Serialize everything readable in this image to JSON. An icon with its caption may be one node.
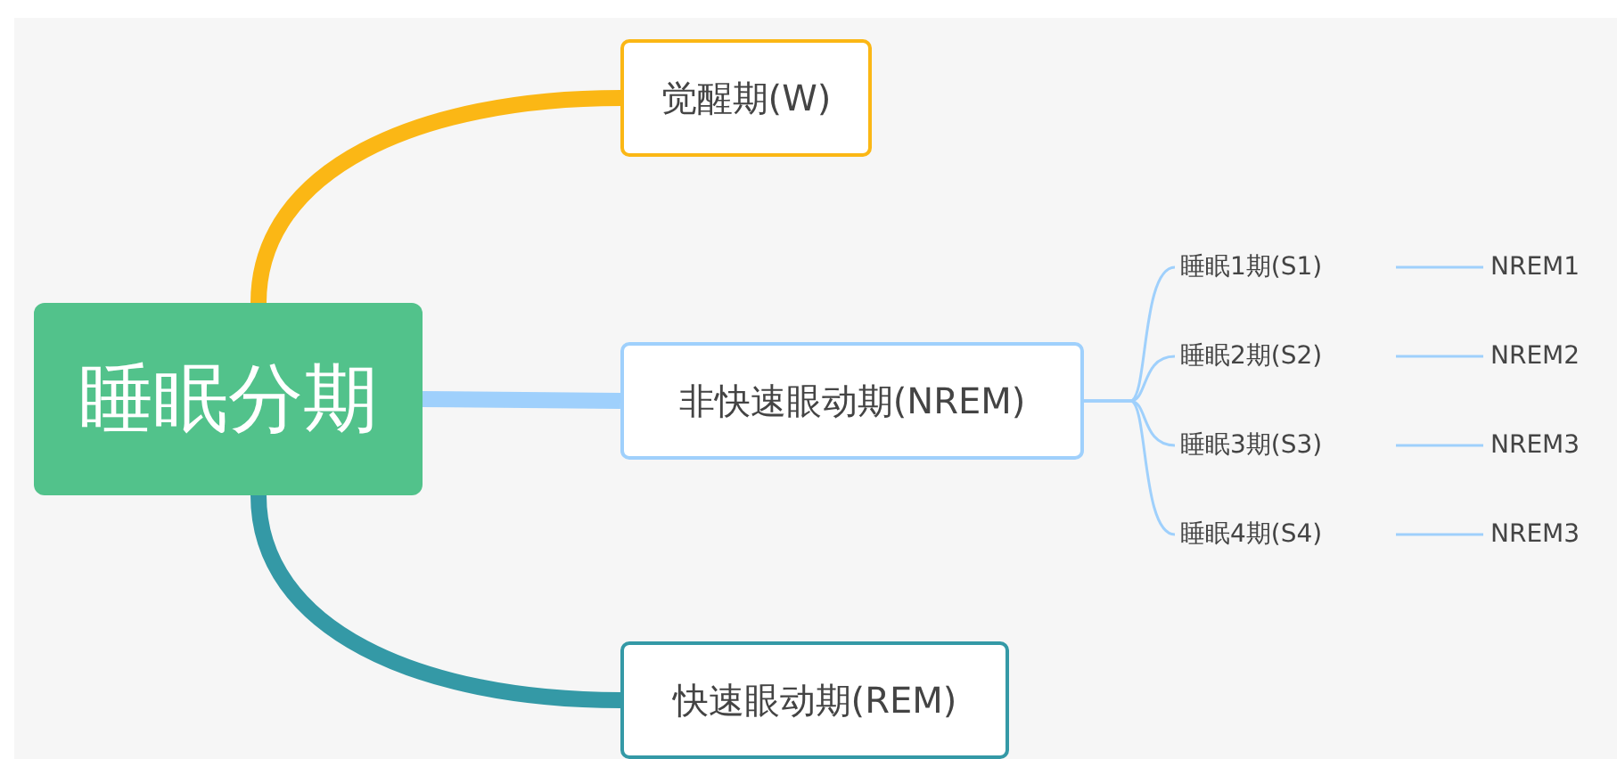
{
  "diagram": {
    "nodes": [
      {
        "text": [
          "睡眠分期"
        ]
      },
      {
        "text": [
          "觉醒期(W)"
        ]
      },
      {
        "text": [
          "非快速眼动期(NREM)"
        ]
      },
      {
        "text": [
          "快速眼动期(REM)"
        ]
      },
      {
        "text": [
          "睡眠1期(S1)"
        ]
      },
      {
        "text": [
          "睡眠2期(S2)"
        ]
      },
      {
        "text": [
          "睡眠3期(S3)"
        ]
      },
      {
        "text": [
          "睡眠4期(S4)"
        ]
      },
      {
        "text": [
          "NREM1"
        ]
      },
      {
        "text": [
          "NREM2"
        ]
      },
      {
        "text": [
          "NREM3"
        ]
      },
      {
        "text": [
          "NREM3"
        ]
      }
    ],
    "edges": [
      {
        "from": 0,
        "to": 1,
        "arrow": "none",
        "style": "thick",
        "color": "#fbb715"
      },
      {
        "from": 0,
        "to": 2,
        "arrow": "none",
        "style": "thick"
      },
      {
        "from": 0,
        "to": 3,
        "arrow": "none",
        "style": "thick",
        "color": "#3499a6"
      },
      {
        "from": 2,
        "to": 4,
        "arrow": "none"
      },
      {
        "from": 2,
        "to": 5,
        "arrow": "none"
      },
      {
        "from": 2,
        "to": 6,
        "arrow": "none"
      },
      {
        "from": 2,
        "to": 7,
        "arrow": "none"
      },
      {
        "from": 4,
        "to": 8,
        "arrow": "none"
      },
      {
        "from": 5,
        "to": 9,
        "arrow": "none"
      },
      {
        "from": 6,
        "to": 10,
        "arrow": "none"
      },
      {
        "from": 7,
        "to": 11,
        "arrow": "none"
      }
    ]
  }
}
